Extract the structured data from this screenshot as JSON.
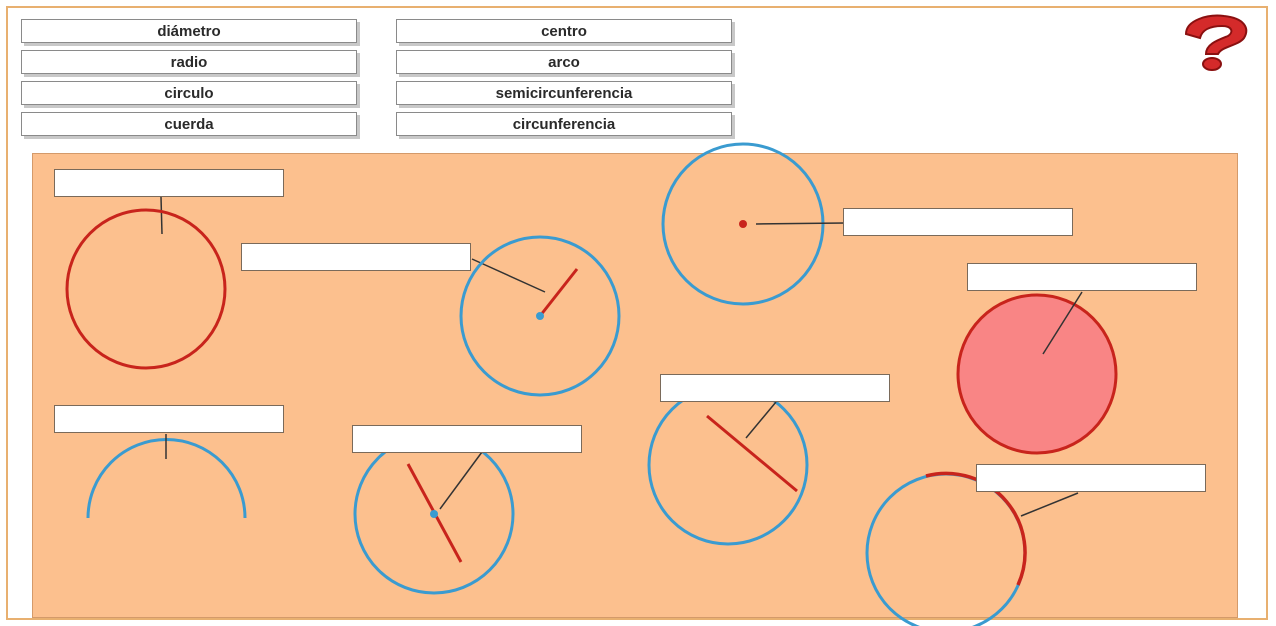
{
  "word_bank": {
    "left": [
      {
        "id": "diametro",
        "label": "diámetro"
      },
      {
        "id": "radio",
        "label": "radio"
      },
      {
        "id": "circulo",
        "label": "circulo"
      },
      {
        "id": "cuerda",
        "label": "cuerda"
      }
    ],
    "right": [
      {
        "id": "centro",
        "label": "centro"
      },
      {
        "id": "arco",
        "label": "arco"
      },
      {
        "id": "semicircunferencia",
        "label": "semicircunferencia"
      },
      {
        "id": "circunferencia",
        "label": "circunferencia"
      }
    ]
  },
  "help": {
    "icon": "question-mark-icon",
    "color": "#d42a2a"
  },
  "colors": {
    "board": "#fcc08e",
    "circle_blue": "#3a9bd0",
    "highlight_red": "#c8241c",
    "filled_circle": "#f98585"
  },
  "answer_slots": [
    {
      "id": "slot-1",
      "value": ""
    },
    {
      "id": "slot-2",
      "value": ""
    },
    {
      "id": "slot-3",
      "value": ""
    },
    {
      "id": "slot-4",
      "value": ""
    },
    {
      "id": "slot-5",
      "value": ""
    },
    {
      "id": "slot-6",
      "value": ""
    },
    {
      "id": "slot-7",
      "value": ""
    },
    {
      "id": "slot-8",
      "value": ""
    }
  ]
}
